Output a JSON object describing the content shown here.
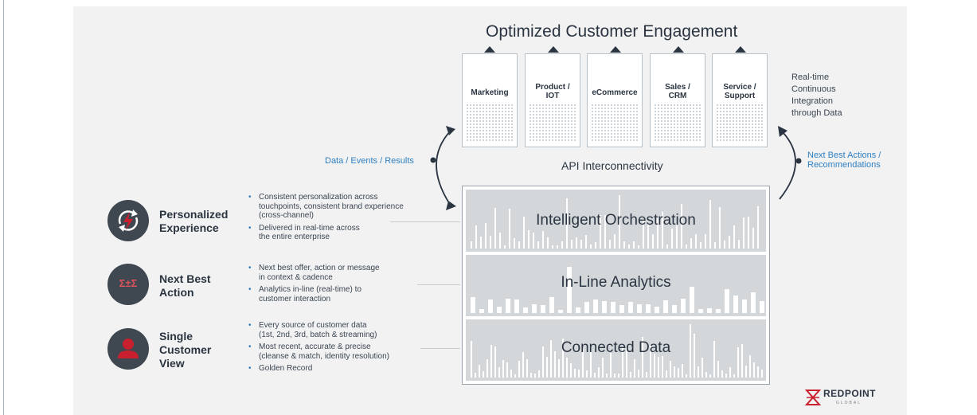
{
  "title": "Optimized Customer Engagement",
  "channels": [
    {
      "label": "Marketing"
    },
    {
      "label": "Product /\nIOT"
    },
    {
      "label": "eCommerce"
    },
    {
      "label": "Sales /\nCRM"
    },
    {
      "label": "Service /\nSupport"
    }
  ],
  "side_note": "Real-time\nContinuous\nIntegration\nthrough Data",
  "left_flow_label": "Data / Events / Results",
  "right_flow_label": "Next Best Actions /\nRecommendations",
  "api_label": "API Interconnectivity",
  "layers": [
    {
      "label": "Intelligent Orchestration"
    },
    {
      "label": "In-Line Analytics"
    },
    {
      "label": "Connected Data"
    }
  ],
  "features": [
    {
      "title": "Personalized\nExperience",
      "icon": "sync-bolt-icon",
      "bullets": [
        "Consistent personalization across\ntouchpoints, consistent brand experience\n(cross-channel)",
        "Delivered in real-time across\nthe entire enterprise"
      ]
    },
    {
      "title": "Next Best\nAction",
      "icon": "formula-icon",
      "icon_text": "Σ±Σ",
      "bullets": [
        "Next best offer, action or message\nin context & cadence",
        "Analytics in-line (real-time) to\ncustomer interaction"
      ]
    },
    {
      "title": "Single\nCustomer\nView",
      "icon": "user-icon",
      "bullets": [
        "Every source of customer data\n(1st, 2nd, 3rd, batch & streaming)",
        "Most recent, accurate & precise\n(cleanse & match, identity resolution)",
        "Golden Record"
      ]
    }
  ],
  "logo": {
    "name": "REDPOINT",
    "sub": "GLOBAL"
  },
  "colors": {
    "accent_blue": "#2f80c2",
    "brand_red": "#c8202f",
    "dark": "#3f4850",
    "layer_gray": "#d4d7da"
  }
}
